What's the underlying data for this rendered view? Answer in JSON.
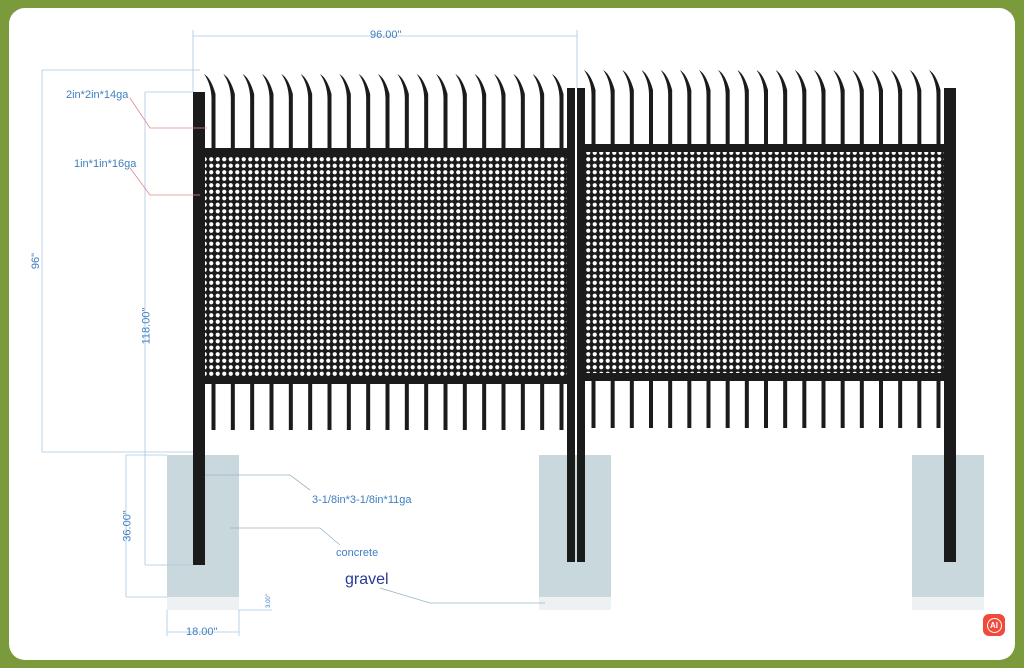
{
  "dimensions": {
    "panel_width": "96.00\"",
    "total_height": "96\"",
    "post_height": "118.00\"",
    "footing_depth": "36.00\"",
    "footing_width": "18.00\"",
    "gravel_depth": "3.00\""
  },
  "callouts": {
    "rail": "2in*2in*14ga",
    "picket": "1in*1in*16ga",
    "post": "3-1/8in*3-1/8in*11ga",
    "concrete": "concrete",
    "gravel": "gravel"
  },
  "badge": {
    "label": "AI"
  },
  "colors": {
    "frame": "#7b9a3c",
    "steel": "#1b1b1b",
    "concrete": "#c9d8dc",
    "dimension": "#3f7fc0",
    "leader": "#e08a8a"
  }
}
